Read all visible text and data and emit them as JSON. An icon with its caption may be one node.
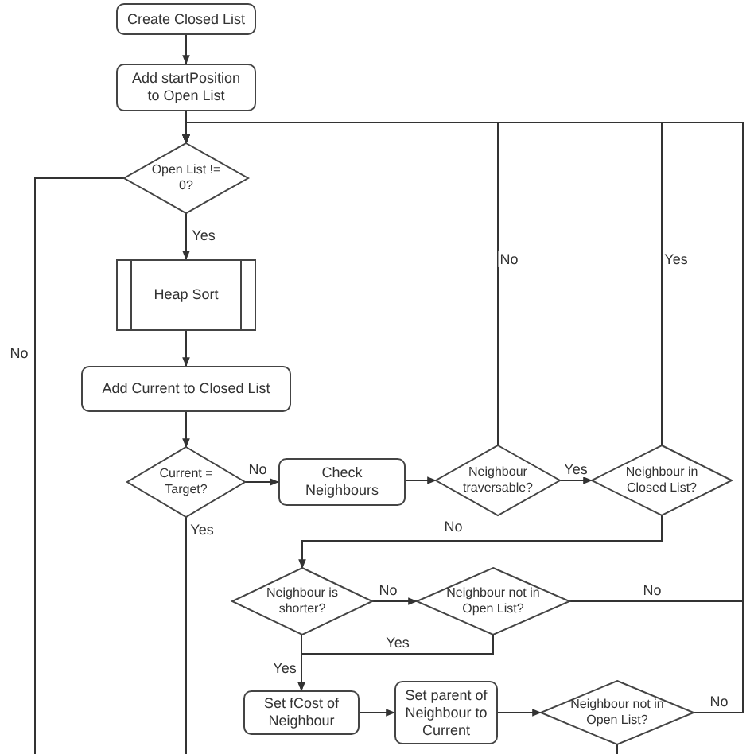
{
  "diagram": {
    "nodes": [
      {
        "text": [
          "Create Closed List"
        ]
      },
      {
        "text": [
          "Add startPosition to Open List"
        ]
      },
      {
        "text": [
          "Open List != 0?"
        ]
      },
      {
        "text": [
          "Heap Sort"
        ]
      },
      {
        "text": [
          "Add Current to Closed List"
        ]
      },
      {
        "text": [
          "Current = Target?"
        ]
      },
      {
        "text": [
          "Check Neighbours"
        ]
      },
      {
        "text": [
          "Neighbour traversable?"
        ]
      },
      {
        "text": [
          "Neighbour in Closed List?"
        ]
      },
      {
        "text": [
          "Neighbour is shorter?"
        ]
      },
      {
        "text": [
          "Neighbour not in Open List?"
        ]
      },
      {
        "text": [
          "Set fCost of Neighbour"
        ]
      },
      {
        "text": [
          "Set parent of Neighbour to Current"
        ]
      },
      {
        "text": [
          "Neighbour not in Open List?"
        ]
      }
    ],
    "edges": [
      {
        "from": 0,
        "to": 1,
        "arrow": "to"
      },
      {
        "from": 1,
        "to": 2,
        "arrow": "to"
      },
      {
        "from": 2,
        "to": 3,
        "arrow": "to",
        "label": "Yes"
      },
      {
        "from": 3,
        "to": 4,
        "arrow": "to"
      },
      {
        "from": 4,
        "to": 5,
        "arrow": "to"
      },
      {
        "from": 5,
        "to": 6,
        "arrow": "to",
        "label": "No"
      },
      {
        "from": 6,
        "to": 7,
        "arrow": "to"
      },
      {
        "from": 7,
        "to": 8,
        "arrow": "to",
        "label": "Yes"
      },
      {
        "from": 7,
        "to": 2,
        "arrow": "to",
        "label": "No"
      },
      {
        "from": 8,
        "to": 2,
        "arrow": "to",
        "label": "Yes"
      },
      {
        "from": 8,
        "to": 9,
        "arrow": "to",
        "label": "No"
      },
      {
        "from": 9,
        "to": 10,
        "arrow": "to",
        "label": "No"
      },
      {
        "from": 9,
        "to": 11,
        "arrow": "to",
        "label": "Yes"
      },
      {
        "from": 10,
        "to": 11,
        "arrow": "to",
        "label": "Yes"
      },
      {
        "from": 10,
        "to": 2,
        "arrow": "to",
        "label": "No"
      },
      {
        "from": 11,
        "to": 12,
        "arrow": "to"
      },
      {
        "from": 12,
        "to": 13,
        "arrow": "to"
      },
      {
        "from": 13,
        "to": 2,
        "arrow": "to",
        "label": "No"
      },
      {
        "from": 2,
        "to": null,
        "arrow": "none",
        "label": "No"
      },
      {
        "from": 5,
        "to": null,
        "arrow": "none",
        "label": "Yes"
      },
      {
        "from": 13,
        "to": null,
        "arrow": "none"
      }
    ]
  }
}
